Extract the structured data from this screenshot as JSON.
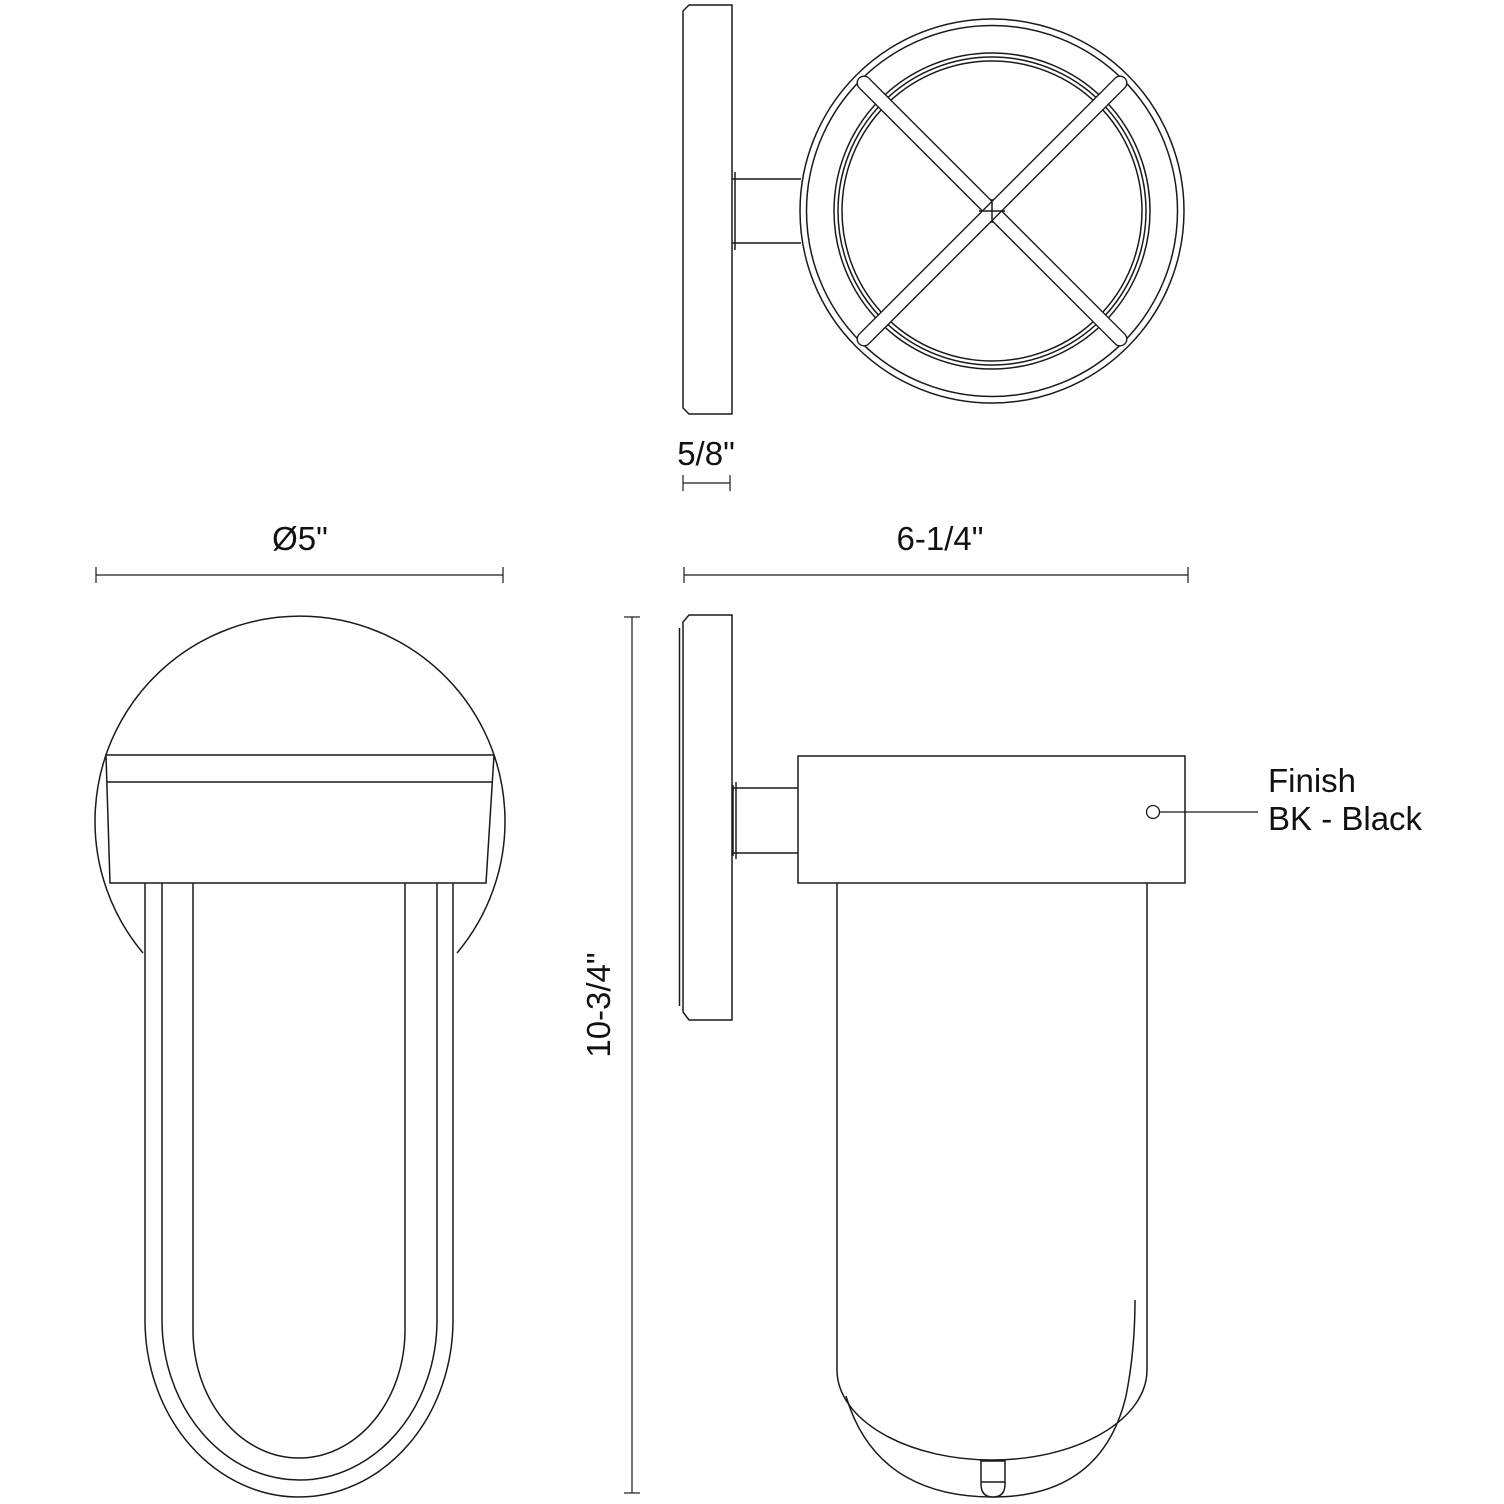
{
  "dimensions": {
    "top_plate_depth": "5/8\"",
    "front_diameter": "Ø5\"",
    "side_depth": "6-1/4\"",
    "side_height": "10-3/4\""
  },
  "finish_callout": {
    "line1": "Finish",
    "line2": "BK - Black"
  },
  "colors": {
    "line": "#1a1a1a",
    "background": "#ffffff"
  }
}
